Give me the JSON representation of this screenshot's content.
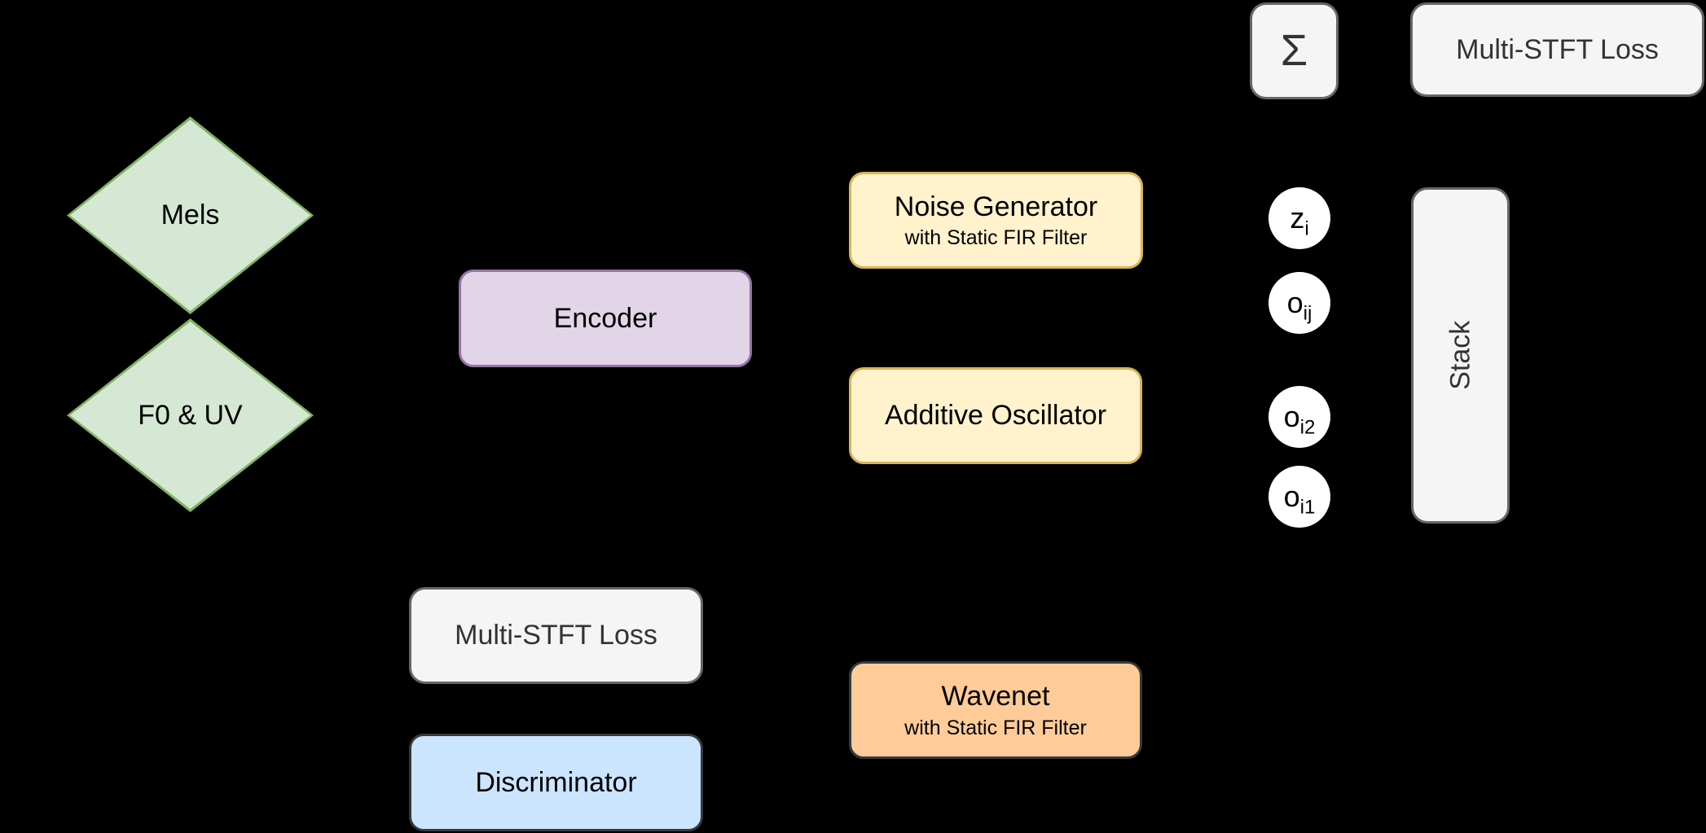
{
  "colors": {
    "background": "#000000",
    "green_fill": "#d5e8d4",
    "green_border": "#82b366",
    "purple_fill": "#e1d5e7",
    "purple_border": "#9673a6",
    "yellow_fill": "#fff2cc",
    "yellow_border": "#d6b656",
    "orange_fill": "#ffcc99",
    "blue_fill": "#cce5ff",
    "dark_border": "#36393d",
    "gray_fill": "#f5f5f5",
    "gray_border": "#666666",
    "gray_text": "#333333"
  },
  "diagram": {
    "inputs": {
      "mels": {
        "label": "Mels"
      },
      "f0uv": {
        "label": "F0 & UV"
      }
    },
    "encoder": {
      "label": "Encoder"
    },
    "noise_generator": {
      "title": "Noise Generator",
      "subtitle": "with Static FIR Filter"
    },
    "additive_oscillator": {
      "label": "Additive Oscillator"
    },
    "wavenet": {
      "title": "Wavenet",
      "subtitle": "with Static FIR Filter"
    },
    "multi_stft_loss_bottom": {
      "label": "Multi-STFT Loss"
    },
    "discriminator": {
      "label": "Discriminator"
    },
    "sum": {
      "label": "Σ"
    },
    "multi_stft_loss_top": {
      "label": "Multi-STFT Loss"
    },
    "stack": {
      "label": "Stack"
    },
    "signals": {
      "zi": {
        "base": "z",
        "sub": "i"
      },
      "oij": {
        "base": "o",
        "sub": "ij"
      },
      "oi2": {
        "base": "o",
        "sub": "i2"
      },
      "oi1": {
        "base": "o",
        "sub": "i1"
      }
    }
  }
}
